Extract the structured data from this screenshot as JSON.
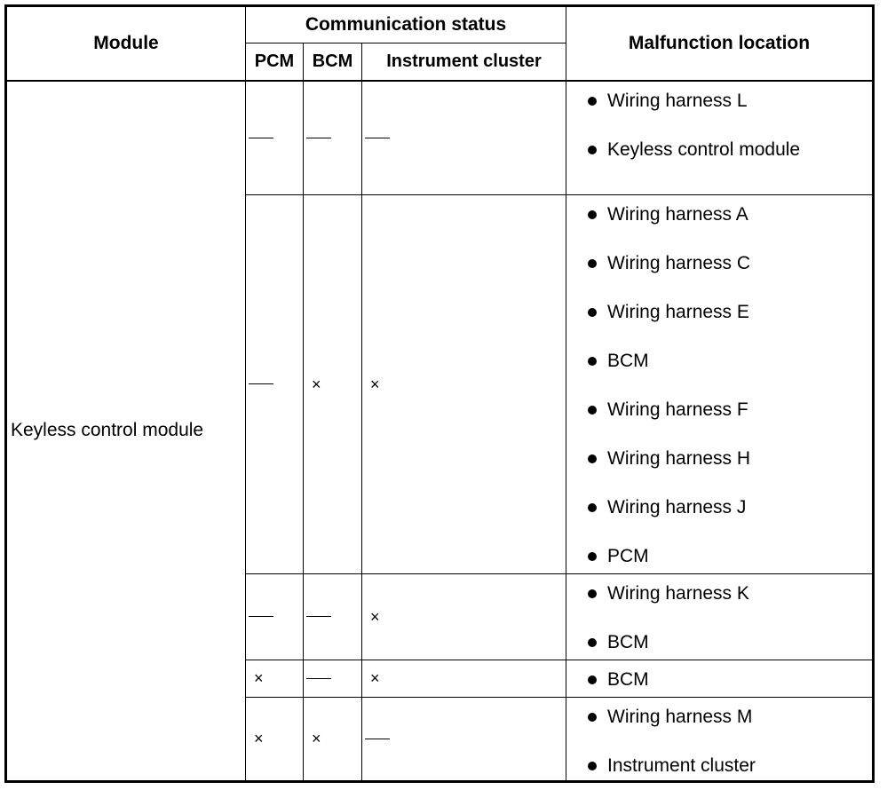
{
  "headers": {
    "module": "Module",
    "communication_status": "Communication status",
    "pcm": "PCM",
    "bcm": "BCM",
    "instrument_cluster": "Instrument cluster",
    "malfunction_location": "Malfunction location"
  },
  "module_name": "Keyless control module",
  "symbols": {
    "dash": "—",
    "cross": "×"
  },
  "rows": [
    {
      "pcm": "—",
      "bcm": "—",
      "ic": "—",
      "locations": [
        "Wiring harness L",
        "Keyless control module"
      ]
    },
    {
      "pcm": "—",
      "bcm": "×",
      "ic": "×",
      "locations": [
        "Wiring harness A",
        "Wiring harness C",
        "Wiring harness E",
        "BCM",
        "Wiring harness F",
        "Wiring harness H",
        "Wiring harness J",
        "PCM"
      ]
    },
    {
      "pcm": "—",
      "bcm": "—",
      "ic": "×",
      "locations": [
        "Wiring harness K",
        "BCM"
      ]
    },
    {
      "pcm": "×",
      "bcm": "—",
      "ic": "×",
      "locations": [
        "BCM"
      ]
    },
    {
      "pcm": "×",
      "bcm": "×",
      "ic": "—",
      "locations": [
        "Wiring harness M",
        "Instrument cluster"
      ]
    }
  ]
}
